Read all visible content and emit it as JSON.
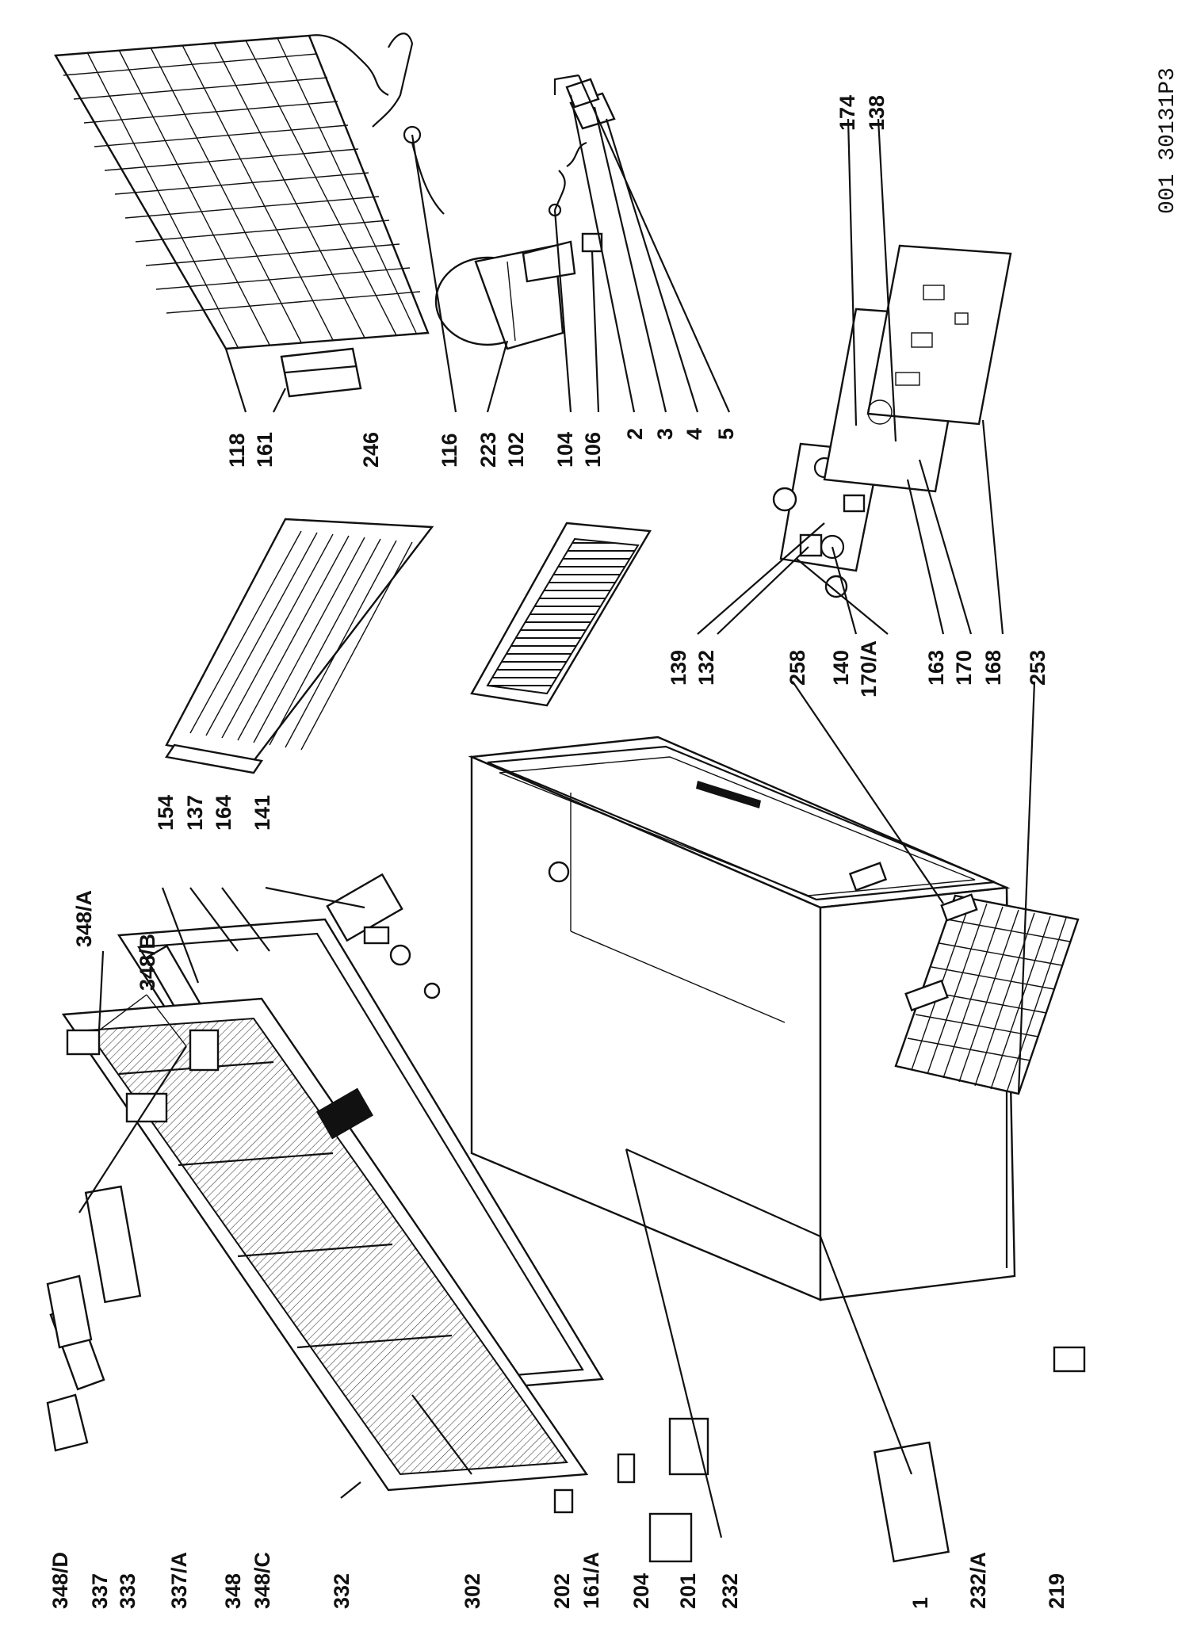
{
  "drawing_code": "001 30131P3",
  "labels": {
    "l118": "118",
    "l161": "161",
    "l246": "246",
    "l116": "116",
    "l223": "223",
    "l102": "102",
    "l104": "104",
    "l106": "106",
    "l2": "2",
    "l3": "3",
    "l4": "4",
    "l5": "5",
    "l174": "174",
    "l138": "138",
    "l139": "139",
    "l132": "132",
    "l140": "140",
    "l170A": "170/A",
    "l163": "163",
    "l170": "170",
    "l168": "168",
    "l253": "253",
    "l258": "258",
    "l154": "154",
    "l137": "137",
    "l164": "164",
    "l141": "141",
    "l348A": "348/A",
    "l348B": "348/B",
    "l348D": "348/D",
    "l337": "337",
    "l333": "333",
    "l337A": "337/A",
    "l348": "348",
    "l348C": "348/C",
    "l332": "332",
    "l302": "302",
    "l202": "202",
    "l161A": "161/A",
    "l204": "204",
    "l201": "201",
    "l232": "232",
    "l1": "1",
    "l232A": "232/A",
    "l219": "219"
  }
}
